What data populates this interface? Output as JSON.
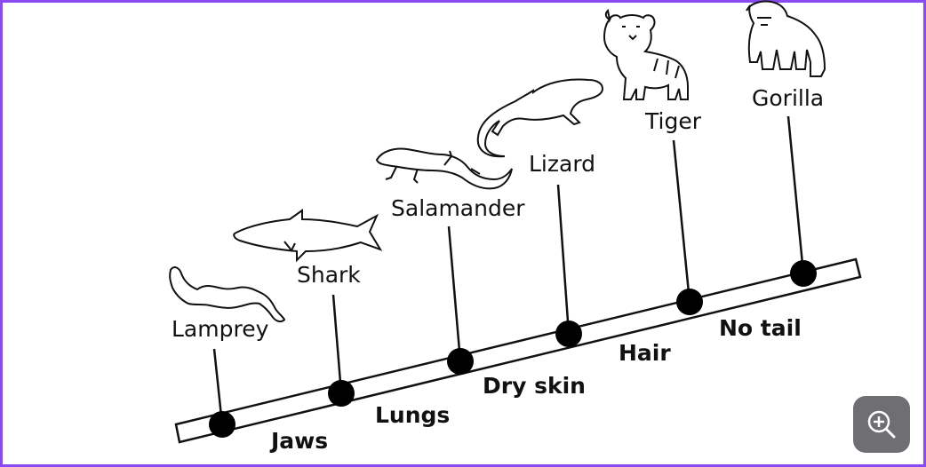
{
  "diagram": {
    "type": "cladogram",
    "organisms": [
      {
        "name": "Lamprey",
        "icon": "lamprey-icon"
      },
      {
        "name": "Shark",
        "icon": "shark-icon"
      },
      {
        "name": "Salamander",
        "icon": "salamander-icon"
      },
      {
        "name": "Lizard",
        "icon": "lizard-icon"
      },
      {
        "name": "Tiger",
        "icon": "tiger-icon"
      },
      {
        "name": "Gorilla",
        "icon": "gorilla-icon"
      }
    ],
    "traits": [
      "Jaws",
      "Lungs",
      "Dry skin",
      "Hair",
      "No tail"
    ]
  },
  "controls": {
    "zoom_button": {
      "icon": "zoom-in-icon",
      "color": "#6e6e73"
    }
  },
  "colors": {
    "frame_border": "#8a4af3"
  }
}
